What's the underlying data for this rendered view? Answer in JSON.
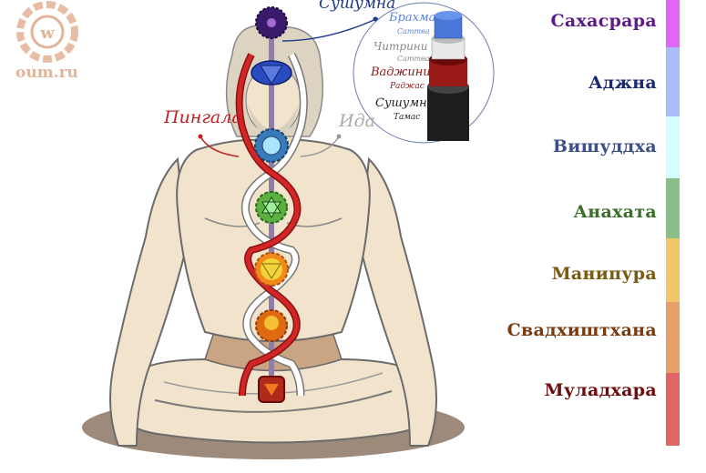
{
  "logo": {
    "text": "oum.ru",
    "color": "#e2b49a"
  },
  "annotations": {
    "sushumna": "Сушумна",
    "pingala": "Пингала",
    "ida": "Ида"
  },
  "inset": {
    "layers": [
      {
        "name": "Брахма",
        "quality": "Саттва",
        "color": "#5b86d6"
      },
      {
        "name": "Читрини",
        "quality": "Саттва",
        "color": "#8a8a8a"
      },
      {
        "name": "Ваджини",
        "quality": "Раджас",
        "color": "#8b1a1a"
      },
      {
        "name": "Сушумна",
        "quality": "Тамас",
        "color": "#222222"
      }
    ]
  },
  "chakras": [
    {
      "name": "Сахасрара",
      "text_color": "#5c1a8a",
      "bar_color": "#e066f5",
      "icon_color": "#4a2a7a"
    },
    {
      "name": "Аджна",
      "text_color": "#1a2a6e",
      "bar_color": "#aabdf7",
      "icon_color": "#2b4bc0"
    },
    {
      "name": "Вишуддха",
      "text_color": "#3c5088",
      "bar_color": "#d6fdff",
      "icon_color": "#4a90d0"
    },
    {
      "name": "Анахата",
      "text_color": "#3a6e2a",
      "bar_color": "#88c088",
      "icon_color": "#5bb040"
    },
    {
      "name": "Манипура",
      "text_color": "#7a5a10",
      "bar_color": "#f0c86a",
      "icon_color": "#f2c830"
    },
    {
      "name": "Свадхиштхана",
      "text_color": "#7a3a10",
      "bar_color": "#e8a06a",
      "icon_color": "#e87a1a"
    },
    {
      "name": "Муладхара",
      "text_color": "#6e0c0c",
      "bar_color": "#e06666",
      "icon_color": "#b02a1a"
    }
  ]
}
